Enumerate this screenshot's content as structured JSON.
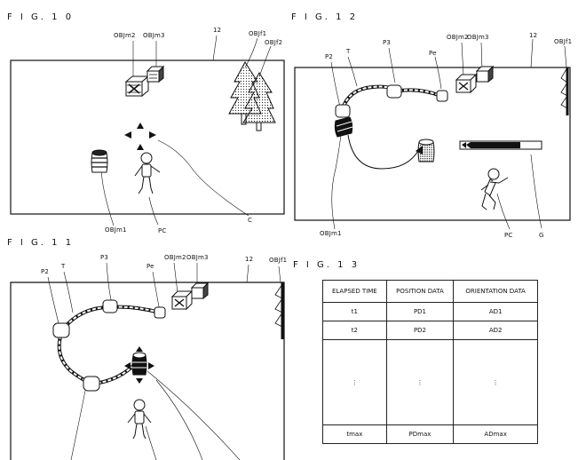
{
  "figures": {
    "fig10": {
      "title": "F I G. 1 0",
      "labels": {
        "objm2": "OBJm2",
        "objm3": "OBJm3",
        "ref12": "12",
        "objf1": "OBJf1",
        "objf2": "OBJf2",
        "objm1": "OBJm1",
        "pc": "PC",
        "c": "C"
      }
    },
    "fig11": {
      "title": "F I G. 1 1",
      "labels": {
        "p2": "P2",
        "t": "T",
        "p3": "P3",
        "pe": "Pe",
        "objm2": "OBJm2",
        "objm3": "OBJm3",
        "ref12": "12",
        "objf1": "OBJf1"
      }
    },
    "fig12": {
      "title": "F I G. 1 2",
      "labels": {
        "p2": "P2",
        "t": "T",
        "p3": "P3",
        "pe": "Pe",
        "objm2": "OBJm2",
        "objm3": "OBJm3",
        "ref12": "12",
        "objf1": "OBJf1",
        "objm1": "OBJm1",
        "pc": "PC",
        "g": "G"
      }
    },
    "fig13": {
      "title": "F I G. 1 3",
      "headers": [
        "ELAPSED TIME",
        "POSITION DATA",
        "ORIENTATION DATA"
      ],
      "rows": [
        [
          "t1",
          "PD1",
          "AD1"
        ],
        [
          "t2",
          "PD2",
          "AD2"
        ],
        [
          "⋮",
          "⋮",
          "⋮"
        ],
        [
          "tmax",
          "PDmax",
          "ADmax"
        ]
      ]
    }
  },
  "icons": [
    "crate-icon",
    "barrel-icon",
    "tree-icon",
    "character-icon",
    "cursor-arrow-icon",
    "gauge-icon"
  ]
}
